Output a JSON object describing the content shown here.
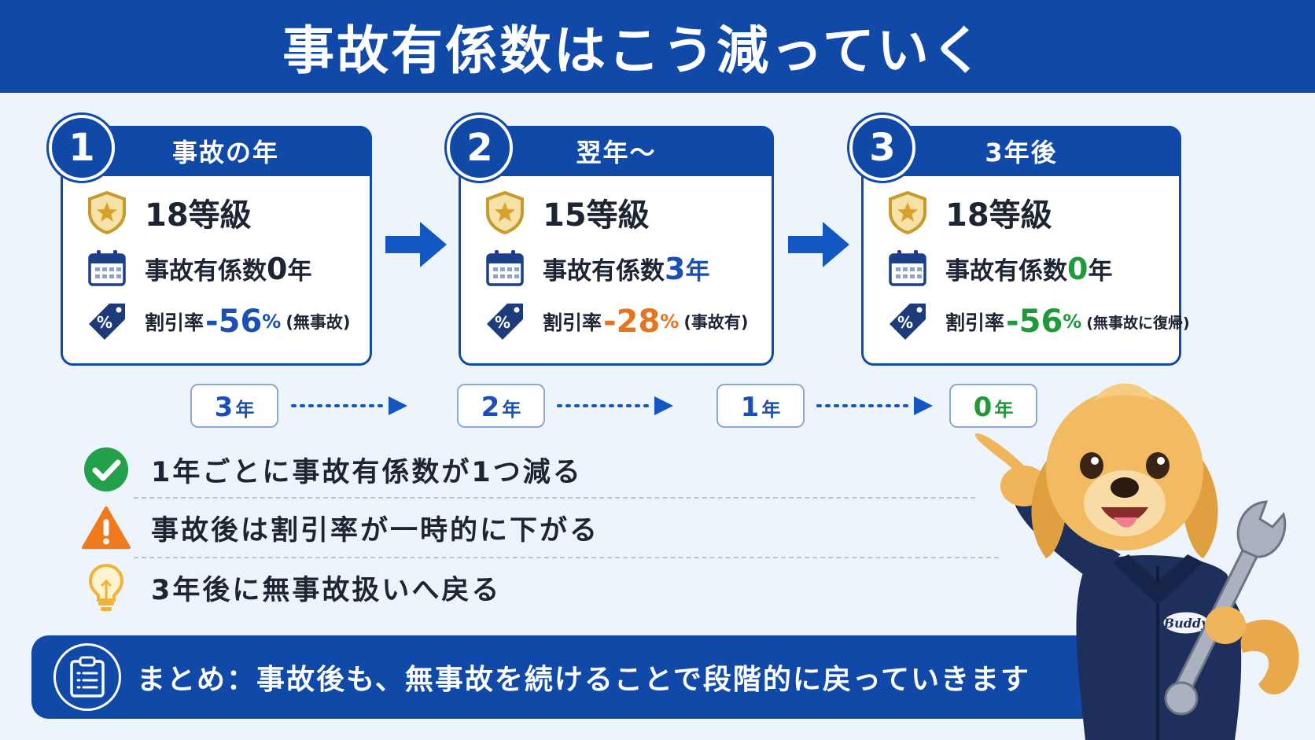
{
  "title": "事故有係数はこう減っていく",
  "colors": {
    "brand": "#1149a8",
    "blue_value": "#1a4fb5",
    "orange_value": "#e8731f",
    "green_value": "#1f9a3a",
    "check": "#22a04a",
    "warning": "#f07b1f",
    "bulb": "#f2b233"
  },
  "steps": [
    {
      "number": "1",
      "heading": "事故の年",
      "grade": "18等級",
      "years_label": "事故有係数",
      "years_value": "0",
      "years_unit": "年",
      "rate_label": "割引率",
      "rate_value": "-56",
      "rate_unit": "%",
      "rate_note": "(無事故)",
      "icons": [
        "shield-star-icon",
        "calendar-icon",
        "percent-tag-icon"
      ]
    },
    {
      "number": "2",
      "heading": "翌年～",
      "grade": "15等級",
      "years_label": "事故有係数",
      "years_value": "3",
      "years_unit": "年",
      "rate_label": "割引率",
      "rate_value": "-28",
      "rate_unit": "%",
      "rate_note": "(事故有)",
      "icons": [
        "shield-star-icon",
        "calendar-icon",
        "percent-tag-icon"
      ]
    },
    {
      "number": "3",
      "heading": "3年後",
      "grade": "18等級",
      "years_label": "事故有係数",
      "years_value": "0",
      "years_unit": "年",
      "rate_label": "割引率",
      "rate_value": "-56",
      "rate_unit": "%",
      "rate_note": "(無事故に復帰)",
      "icons": [
        "shield-star-icon",
        "calendar-icon",
        "percent-tag-icon"
      ]
    }
  ],
  "timeline": [
    {
      "value": "3",
      "unit": "年"
    },
    {
      "value": "2",
      "unit": "年"
    },
    {
      "value": "1",
      "unit": "年"
    },
    {
      "value": "0",
      "unit": "年"
    }
  ],
  "points": [
    {
      "icon": "check-circle-icon",
      "text": "1年ごとに事故有係数が1つ減る"
    },
    {
      "icon": "warning-triangle-icon",
      "text": "事故後は割引率が一時的に下がる"
    },
    {
      "icon": "lightbulb-icon",
      "text": "3年後に無事故扱いへ戻る"
    }
  ],
  "summary": {
    "icon": "clipboard-icon",
    "text": "まとめ：事故後も、無事故を続けることで段階的に戻っていきます"
  },
  "mascot": {
    "name_patch": "Buddy",
    "icon": "dog-mechanic-mascot"
  }
}
